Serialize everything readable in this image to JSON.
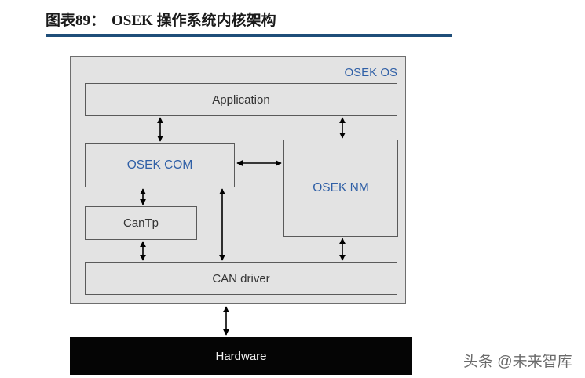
{
  "figure": {
    "number": "图表89：",
    "title": "OSEK 操作系统内核架构"
  },
  "diagram": {
    "frame_label": "OSEK OS",
    "nodes": {
      "application": "Application",
      "osek_com": "OSEK COM",
      "osek_nm": "OSEK NM",
      "cantp": "CanTp",
      "can_driver": "CAN driver",
      "hardware": "Hardware"
    },
    "edges": [
      {
        "from": "application",
        "to": "osek_com",
        "direction": "both"
      },
      {
        "from": "application",
        "to": "osek_nm",
        "direction": "both"
      },
      {
        "from": "osek_com",
        "to": "osek_nm",
        "direction": "both"
      },
      {
        "from": "osek_com",
        "to": "cantp",
        "direction": "both"
      },
      {
        "from": "osek_com",
        "to": "can_driver",
        "direction": "both"
      },
      {
        "from": "cantp",
        "to": "can_driver",
        "direction": "both"
      },
      {
        "from": "osek_nm",
        "to": "can_driver",
        "direction": "both"
      },
      {
        "from": "can_driver",
        "to": "hardware",
        "direction": "both"
      }
    ],
    "colors": {
      "frame_fill": "#e3e3e3",
      "accent_blue": "#2f5fa6",
      "title_rule": "#1f4e79",
      "hardware_fill": "#050505"
    }
  },
  "watermark": "头条 @未来智库"
}
